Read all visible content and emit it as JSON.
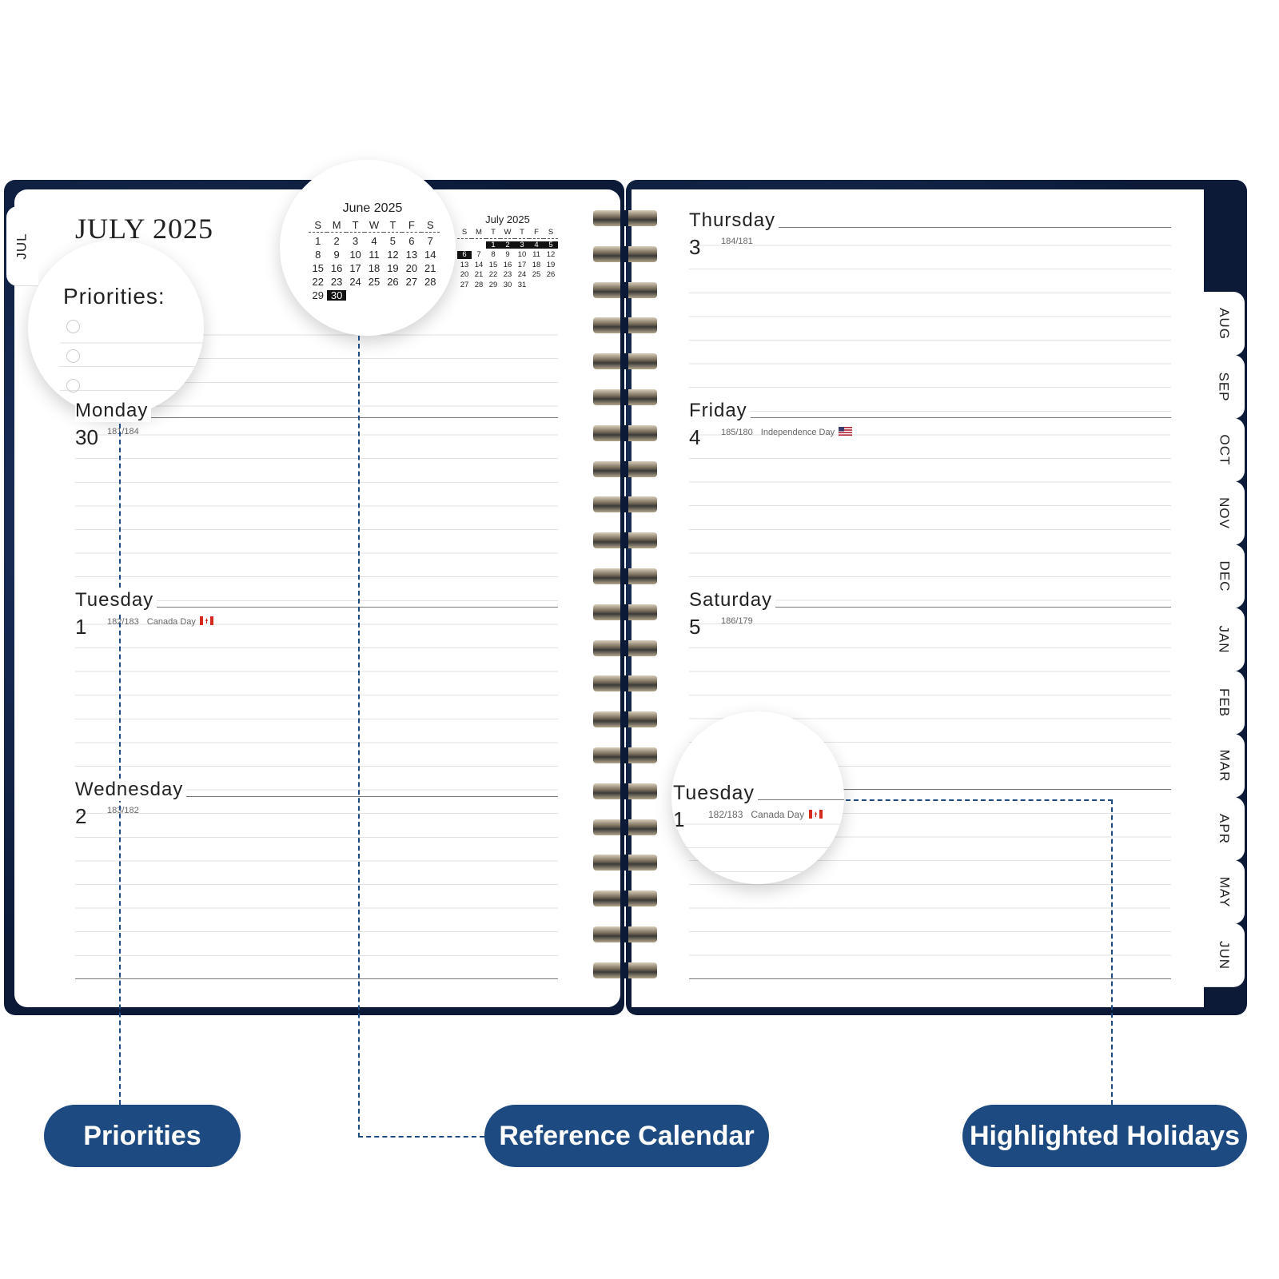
{
  "left_page": {
    "tab": "JUL",
    "title": "JULY 2025",
    "priorities_label": "Priorities:",
    "days": [
      {
        "name": "Monday",
        "num": "30",
        "count": "181/184",
        "holiday": ""
      },
      {
        "name": "Tuesday",
        "num": "1",
        "count": "182/183",
        "holiday": "Canada Day",
        "flag": "canada-flag"
      },
      {
        "name": "Wednesday",
        "num": "2",
        "count": "183/182",
        "holiday": ""
      }
    ]
  },
  "right_page": {
    "days": [
      {
        "name": "Thursday",
        "num": "3",
        "count": "184/181",
        "holiday": ""
      },
      {
        "name": "Friday",
        "num": "4",
        "count": "185/180",
        "holiday": "Independence Day",
        "flag": "us-flag"
      },
      {
        "name": "Saturday",
        "num": "5",
        "count": "186/179",
        "holiday": ""
      }
    ],
    "month_tabs": [
      "AUG",
      "SEP",
      "OCT",
      "NOV",
      "DEC",
      "JAN",
      "FEB",
      "MAR",
      "APR",
      "MAY",
      "JUN"
    ]
  },
  "mini_calendars": {
    "june": {
      "title": "June 2025",
      "weekdays": [
        "S",
        "M",
        "T",
        "W",
        "T",
        "F",
        "S"
      ],
      "offset": 0,
      "days": 30,
      "highlighted": [
        30
      ]
    },
    "july": {
      "title": "July 2025",
      "weekdays": [
        "S",
        "M",
        "T",
        "W",
        "T",
        "F",
        "S"
      ],
      "offset": 2,
      "days": 31,
      "highlighted": [
        1,
        2,
        3,
        4,
        5,
        6
      ]
    }
  },
  "holiday_zoom": {
    "name": "Tuesday",
    "num": "1",
    "count": "182/183",
    "holiday": "Canada Day"
  },
  "callouts": {
    "priorities": "Priorities",
    "reference_calendar": "Reference Calendar",
    "highlighted_holidays": "Highlighted Holidays"
  },
  "colors": {
    "accent": "#1d4a80",
    "cover": "#0c1a38"
  }
}
